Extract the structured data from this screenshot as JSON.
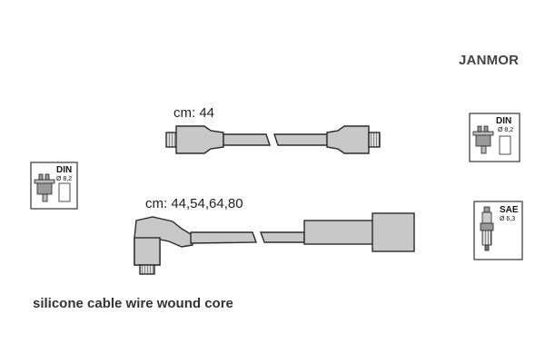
{
  "brand": "JANMOR",
  "cable_short": {
    "label": "cm: 44"
  },
  "cable_long": {
    "label": "cm: 44,54,64,80"
  },
  "caption": "silicone cable wire wound core",
  "icons": {
    "left_distributor": {
      "standard": "DIN",
      "size": "Ø 8,2",
      "icon": "distributor-cap-icon"
    },
    "right_distributor": {
      "standard": "DIN",
      "size": "Ø 8,2",
      "icon": "distributor-cap-icon"
    },
    "right_spark_plug": {
      "standard": "SAE",
      "size": "Ø 6,3",
      "icon": "spark-plug-icon"
    }
  },
  "colors": {
    "cable_fill": "#c8c8c8",
    "outline": "#2a2a2a",
    "text": "#222222"
  }
}
